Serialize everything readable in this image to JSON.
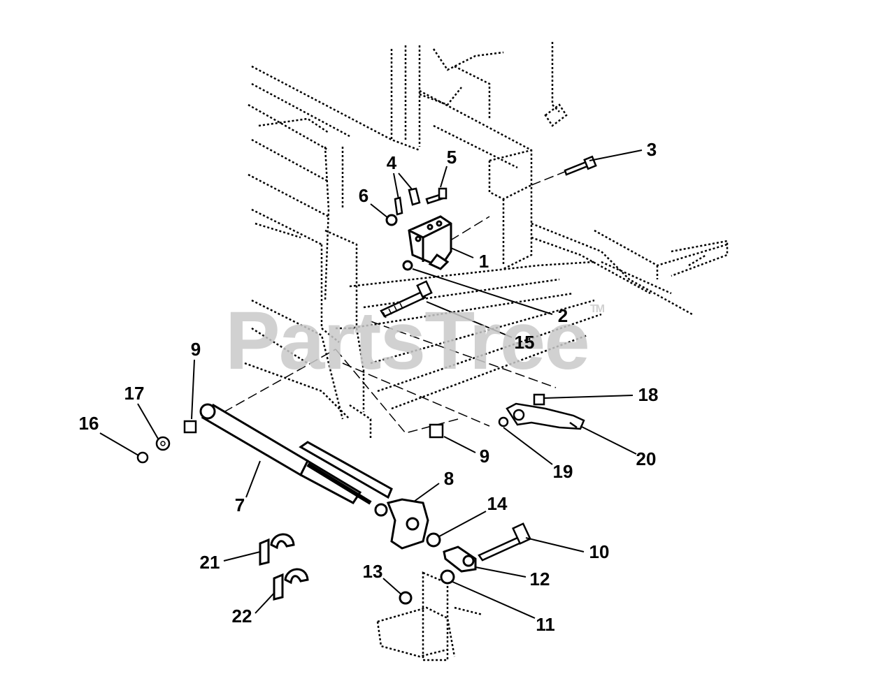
{
  "watermark": {
    "text": "PartsTree",
    "mark": "TM"
  },
  "callouts": [
    {
      "id": "c1",
      "label": "1"
    },
    {
      "id": "c2",
      "label": "2"
    },
    {
      "id": "c3",
      "label": "3"
    },
    {
      "id": "c4",
      "label": "4"
    },
    {
      "id": "c5",
      "label": "5"
    },
    {
      "id": "c6",
      "label": "6"
    },
    {
      "id": "c7",
      "label": "7"
    },
    {
      "id": "c8",
      "label": "8"
    },
    {
      "id": "c9a",
      "label": "9"
    },
    {
      "id": "c9b",
      "label": "9"
    },
    {
      "id": "c10",
      "label": "10"
    },
    {
      "id": "c11",
      "label": "11"
    },
    {
      "id": "c12",
      "label": "12"
    },
    {
      "id": "c13",
      "label": "13"
    },
    {
      "id": "c14",
      "label": "14"
    },
    {
      "id": "c15",
      "label": "15"
    },
    {
      "id": "c16",
      "label": "16"
    },
    {
      "id": "c17",
      "label": "17"
    },
    {
      "id": "c18",
      "label": "18"
    },
    {
      "id": "c19",
      "label": "19"
    },
    {
      "id": "c20",
      "label": "20"
    },
    {
      "id": "c21",
      "label": "21"
    },
    {
      "id": "c22",
      "label": "22"
    }
  ]
}
